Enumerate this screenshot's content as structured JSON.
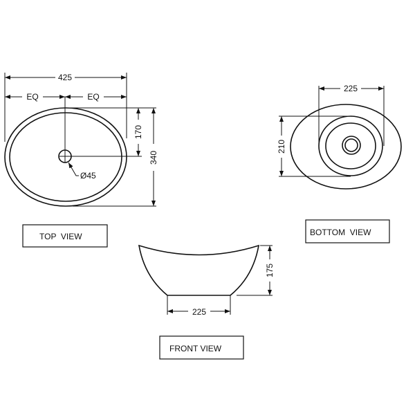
{
  "top_view": {
    "label": "TOP  VIEW",
    "width_dim": "425",
    "eq_left": "EQ",
    "eq_right": "EQ",
    "half_depth_dim": "170",
    "depth_dim": "340",
    "drain_dim": "Ø45"
  },
  "bottom_view": {
    "label": "BOTTOM  VIEW",
    "width_dim": "225",
    "depth_dim": "210"
  },
  "front_view": {
    "label": "FRONT VIEW",
    "base_dim": "225",
    "height_dim": "175"
  }
}
